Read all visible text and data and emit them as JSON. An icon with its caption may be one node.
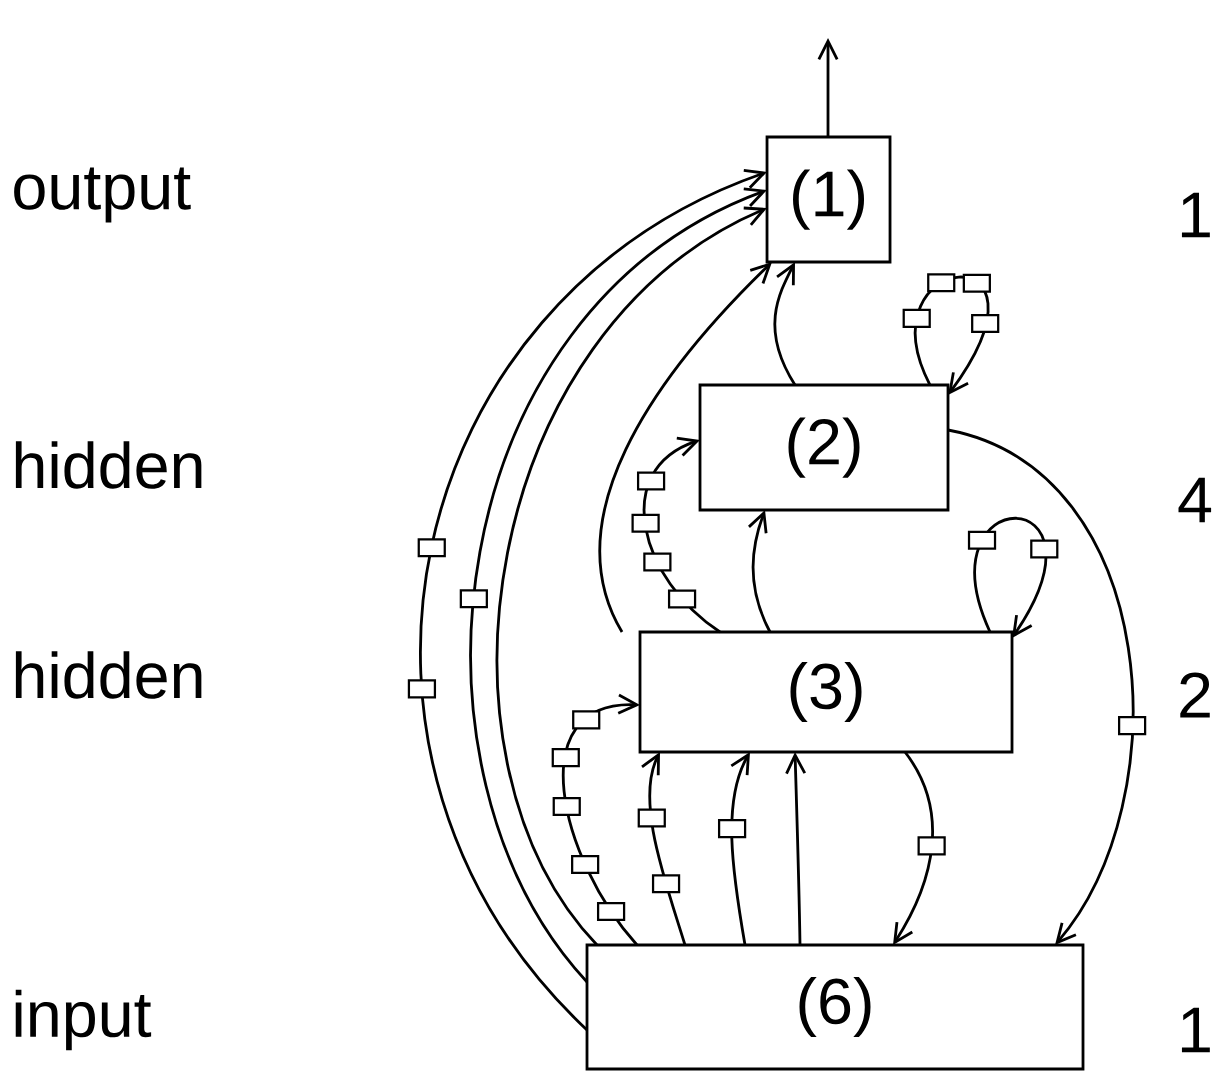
{
  "diagram": {
    "nodes": [
      {
        "text": [
          "(1)"
        ]
      },
      {
        "text": [
          "(2)"
        ]
      },
      {
        "text": [
          "(3)"
        ]
      },
      {
        "text": [
          "(6)"
        ]
      }
    ],
    "edges": [
      {
        "from": 0,
        "to": null,
        "arrow": "to"
      },
      {
        "from": 3,
        "to": 0,
        "arrow": "to"
      },
      {
        "from": 3,
        "to": 0,
        "arrow": "to"
      },
      {
        "from": 3,
        "to": 0,
        "arrow": "to"
      },
      {
        "from": 2,
        "to": 0,
        "arrow": "to"
      },
      {
        "from": 1,
        "to": 0,
        "arrow": "to"
      },
      {
        "from": 1,
        "to": 1,
        "arrow": "to"
      },
      {
        "from": 2,
        "to": 1,
        "arrow": "to"
      },
      {
        "from": 2,
        "to": 1,
        "arrow": "to"
      },
      {
        "from": 2,
        "to": 2,
        "arrow": "to"
      },
      {
        "from": 1,
        "to": 3,
        "arrow": "to"
      },
      {
        "from": 3,
        "to": 2,
        "arrow": "to"
      },
      {
        "from": 3,
        "to": 2,
        "arrow": "to"
      },
      {
        "from": 3,
        "to": 2,
        "arrow": "to"
      },
      {
        "from": 3,
        "to": 2,
        "arrow": "to"
      },
      {
        "from": 2,
        "to": 3,
        "arrow": "to"
      }
    ],
    "labels": [
      "output",
      "hidden",
      "hidden",
      "input",
      "1",
      "4",
      "2",
      "1"
    ]
  }
}
